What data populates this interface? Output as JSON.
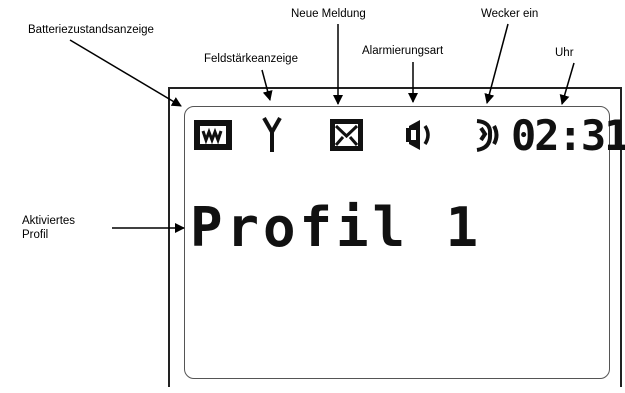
{
  "labels": {
    "battery": "Batteriezustandsanzeige",
    "signal": "Feldstärkeanzeige",
    "new_message": "Neue Meldung",
    "alarm_type": "Alarmierungsart",
    "alarm_clock_on": "Wecker ein",
    "clock": "Uhr",
    "active_profile_line1": "Aktiviertes",
    "active_profile_line2": "Profil"
  },
  "display": {
    "time": "02:31",
    "profile": "Profil 1"
  },
  "icons": [
    "battery-icon",
    "antenna-icon",
    "envelope-icon",
    "speaker-icon",
    "alarm-clock-icon"
  ]
}
